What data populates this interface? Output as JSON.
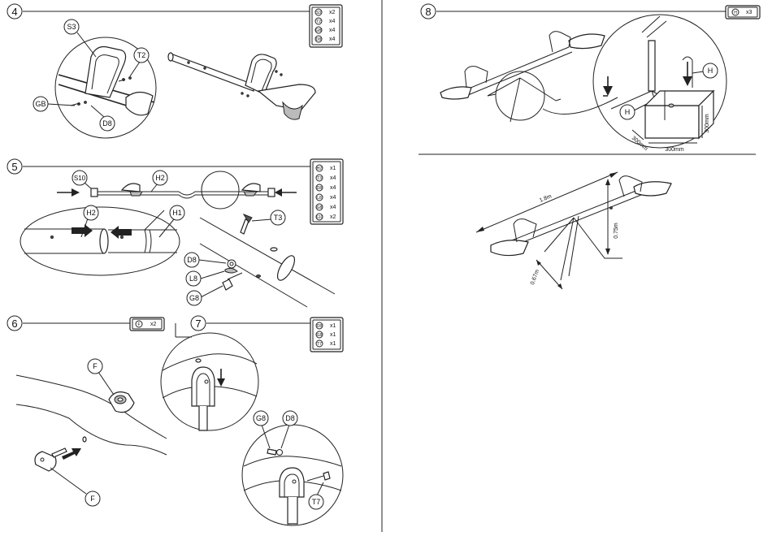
{
  "steps": [
    {
      "number": "4",
      "parts": [
        {
          "code": "S3",
          "qty": "x2"
        },
        {
          "code": "T2",
          "qty": "x4"
        },
        {
          "code": "GB",
          "qty": "x4"
        },
        {
          "code": "D8",
          "qty": "x4"
        }
      ],
      "callouts": {
        "s3": "S3",
        "t2": "T2",
        "gb": "GB",
        "d8": "D8"
      }
    },
    {
      "number": "5",
      "parts": [
        {
          "code": "H2",
          "qty": "x1"
        },
        {
          "code": "T3",
          "qty": "x4"
        },
        {
          "code": "D8",
          "qty": "x4"
        },
        {
          "code": "L8",
          "qty": "x4"
        },
        {
          "code": "G8",
          "qty": "x4"
        },
        {
          "code": "S10",
          "qty": "x2"
        }
      ],
      "callouts": {
        "s10": "S10",
        "h2_top": "H2",
        "h2_detail": "H2",
        "h1": "H1",
        "t3": "T3",
        "d8": "D8",
        "l8": "L8",
        "g8": "G8"
      }
    },
    {
      "number": "6",
      "parts": [
        {
          "code": "F",
          "qty": "x2"
        }
      ],
      "callouts": {
        "f_top": "F",
        "f_bottom": "F"
      }
    },
    {
      "number": "7",
      "parts": [
        {
          "code": "D8",
          "qty": "x1"
        },
        {
          "code": "G8",
          "qty": "x1"
        },
        {
          "code": "T7",
          "qty": "x1"
        }
      ],
      "callouts": {
        "g8": "G8",
        "d8": "D8",
        "t7": "T7"
      }
    },
    {
      "number": "8",
      "parts": [
        {
          "code": "H",
          "qty": "x3"
        }
      ],
      "callouts": {
        "h_upper": "H",
        "h_lower": "H"
      },
      "dimensions": {
        "height": "300mm",
        "width_a": "300mm",
        "width_b": "300mm"
      }
    }
  ],
  "final": {
    "length": "1.8m",
    "height": "0.75m",
    "width": "0.67m"
  }
}
